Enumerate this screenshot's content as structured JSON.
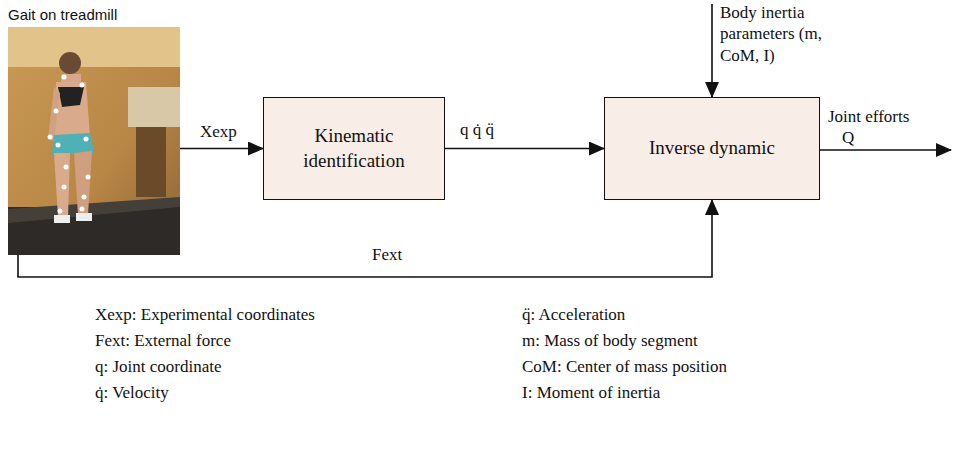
{
  "diagram": {
    "nodes": [
      {
        "text": [
          "Gait on treadmill"
        ]
      },
      {
        "text": [
          "Kinematic identification"
        ]
      },
      {
        "text": [
          "Inverse dynamic"
        ]
      }
    ],
    "edges": [
      {
        "from": 0,
        "to": 1,
        "label": "Xexp",
        "arrow": "to"
      },
      {
        "from": 1,
        "to": 2,
        "label": "q q̇ q̈",
        "arrow": "to"
      },
      {
        "from": 0,
        "to": 2,
        "label": "Fext",
        "arrow": "to"
      }
    ],
    "labels": [
      "Body inertia parameters (m, CoM, I)",
      "Joint efforts",
      "Q",
      "Xexp: Experimental coordinates",
      "Fext: External force",
      "q: Joint coordinate",
      "q̇: Velocity",
      "q̈: Acceleration",
      "m: Mass of body segment",
      "CoM: Center of mass position",
      "I: Moment of inertia"
    ]
  }
}
